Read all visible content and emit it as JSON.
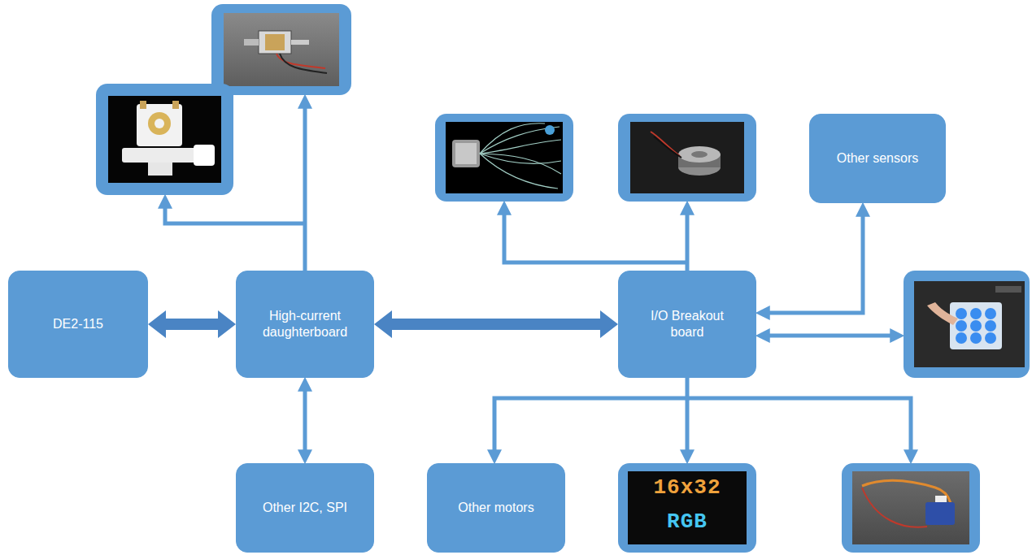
{
  "diagram": {
    "nodes": [
      {
        "text": [
          "Other sensors"
        ]
      },
      {
        "text": [
          "DE2-115"
        ]
      },
      {
        "text": [
          "High-current daughterboard"
        ]
      },
      {
        "text": [
          "I/O Breakout board"
        ]
      },
      {
        "text": [
          "Other I2C, SPI"
        ]
      },
      {
        "text": [
          "Other motors"
        ]
      }
    ],
    "edges": [
      {
        "from": 1,
        "to": 2,
        "arrow": "both"
      },
      {
        "from": 2,
        "to": 3,
        "arrow": "both"
      },
      {
        "from": 2,
        "to": 4,
        "arrow": "both"
      },
      {
        "from": 3,
        "to": 0,
        "arrow": "both"
      },
      {
        "from": 3,
        "to": 5,
        "arrow": "to"
      }
    ],
    "labels": [
      "16x32",
      "RGB"
    ]
  }
}
